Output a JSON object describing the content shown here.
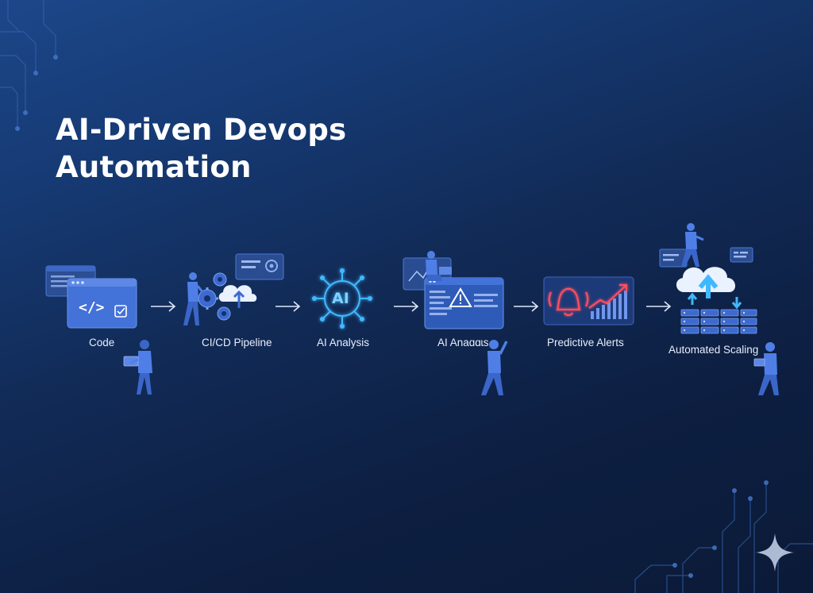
{
  "title": {
    "line1": "AI-Driven Devops",
    "line2": "Automation"
  },
  "steps": [
    {
      "label": "Code",
      "icon": "code-window-icon"
    },
    {
      "label": "CI/CD Pipeline",
      "icon": "cloud-gears-icon"
    },
    {
      "label": "AI Analysis",
      "icon": "ai-chip-icon"
    },
    {
      "label": "AI Anaɑɑɩs",
      "icon": "alert-dashboard-icon"
    },
    {
      "label": "Predictive Alerts",
      "icon": "bell-trend-icon"
    },
    {
      "label": "Automated Scaling",
      "icon": "cloud-servers-icon"
    }
  ],
  "icons": {
    "code_glyph": "</>",
    "ai_glyph": "AI"
  },
  "colors": {
    "accent_blue": "#4f7fe6",
    "glow_blue": "#3fb8ff",
    "alert_red": "#ff4d5e",
    "background_dark": "#0d1f42"
  }
}
